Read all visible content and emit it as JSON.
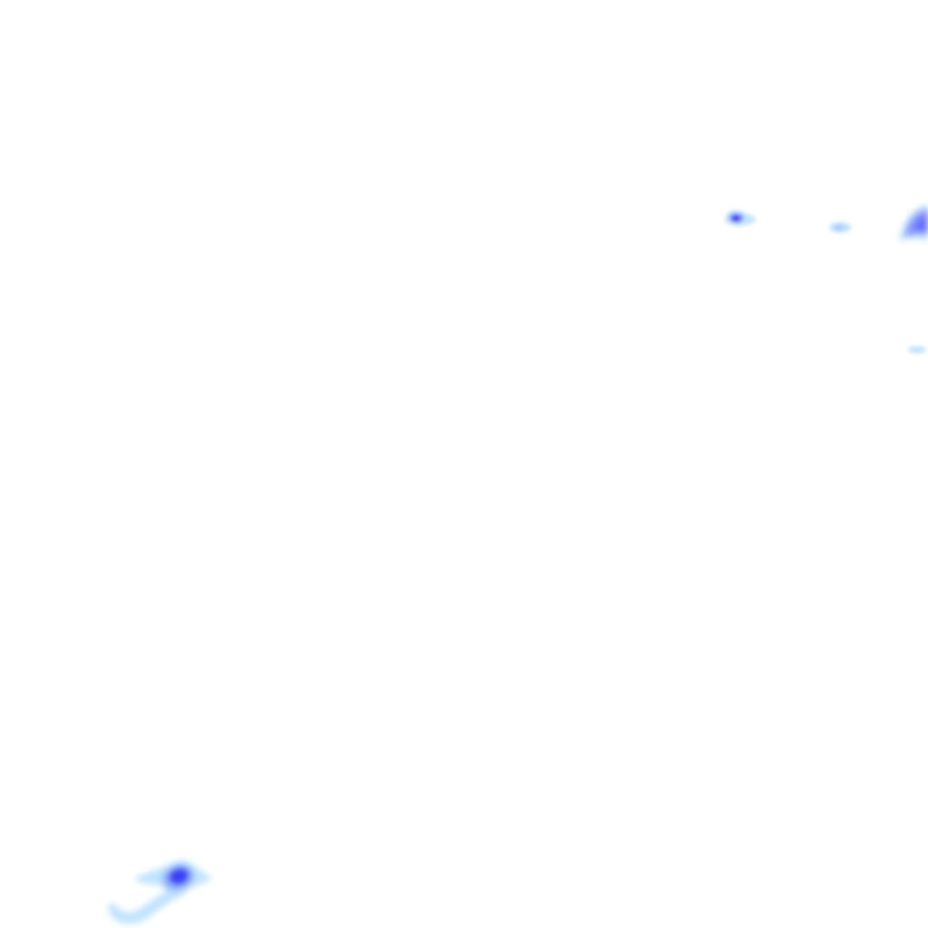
{
  "layer": {
    "colors": {
      "background": "#ffffff",
      "light": "#bfe3ff",
      "medium": "#8fb4ff",
      "strong": "#5c66ff",
      "core": "#2f2cf2"
    },
    "cells": [
      {
        "name": "precip-cell-top-left",
        "intensity": "moderate"
      },
      {
        "name": "precip-cell-top-middle",
        "intensity": "light"
      },
      {
        "name": "precip-cell-top-right",
        "intensity": "moderate"
      },
      {
        "name": "precip-cell-right-small",
        "intensity": "light"
      },
      {
        "name": "precip-cell-bottom-left",
        "intensity": "strong"
      }
    ]
  }
}
